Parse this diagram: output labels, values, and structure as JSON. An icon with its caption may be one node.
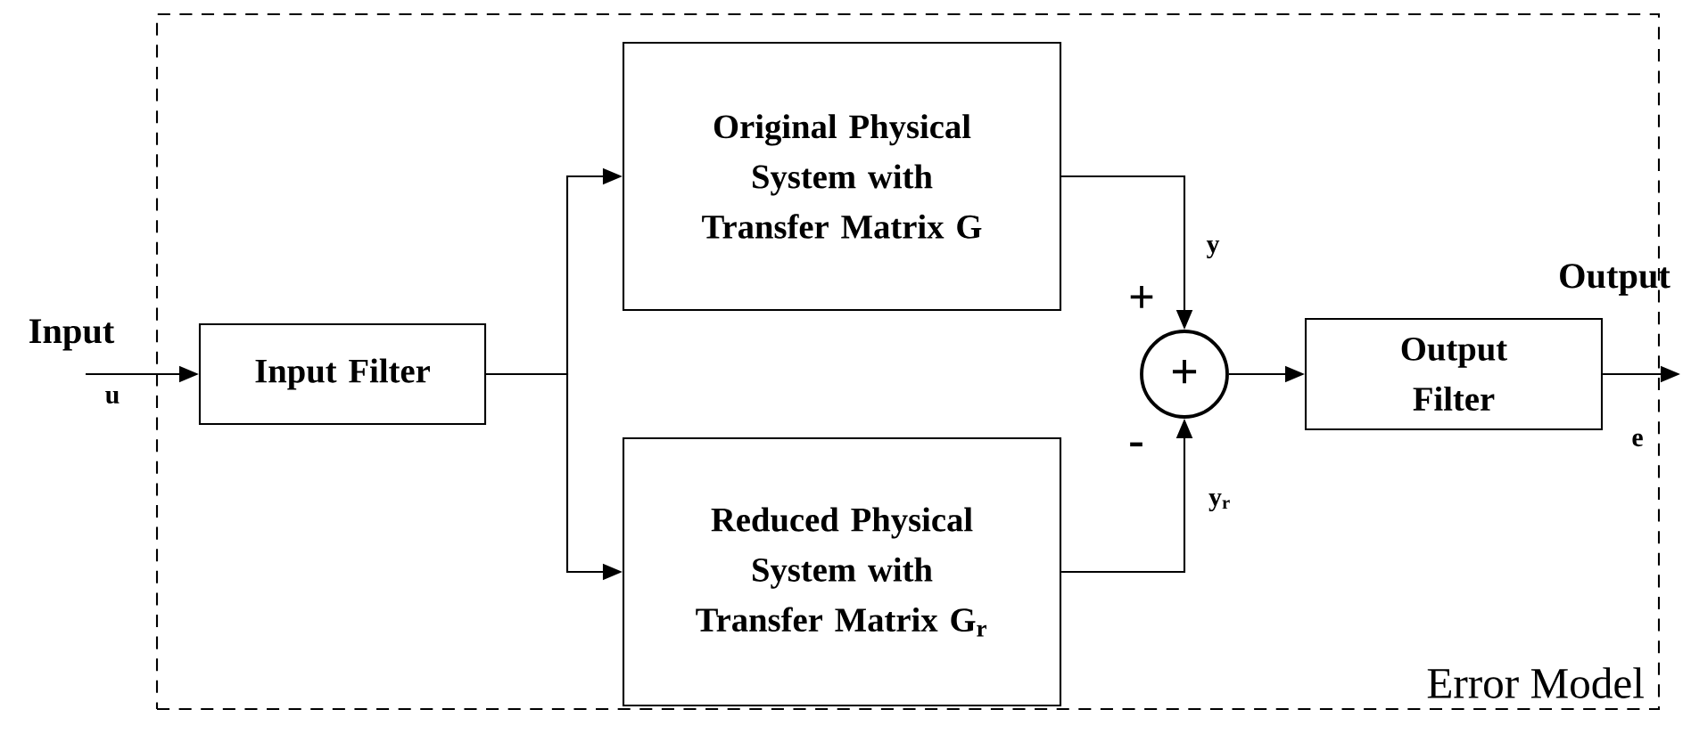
{
  "diagram": {
    "nodes": [
      {
        "text": [
          "Error Model"
        ]
      },
      {
        "text": [
          "Input Filter"
        ],
        "in": 0
      },
      {
        "text": [
          "Original Physical System with Transfer Matrix G"
        ],
        "in": 0
      },
      {
        "text": [
          "Reduced Physical System with Transfer Matrix G$_{r}$"
        ],
        "in": 0
      },
      {
        "text": [
          "+"
        ],
        "in": 0,
        "beside": [
          "+",
          "-"
        ]
      },
      {
        "text": [
          "Output Filter"
        ],
        "in": 0
      }
    ],
    "edges": [
      {
        "from": null,
        "to": 1,
        "arrow": "to",
        "label": "u"
      },
      {
        "from": 1,
        "to": 2,
        "arrow": "to"
      },
      {
        "from": 1,
        "to": 3,
        "arrow": "to"
      },
      {
        "from": 2,
        "to": 4,
        "arrow": "to",
        "label": "y"
      },
      {
        "from": 3,
        "to": 4,
        "arrow": "to",
        "label": "y$_{r}$"
      },
      {
        "from": 4,
        "to": 5,
        "arrow": "to"
      },
      {
        "from": 5,
        "to": null,
        "arrow": "to",
        "label": "e"
      }
    ],
    "labels": [
      "Input",
      "Output"
    ]
  }
}
